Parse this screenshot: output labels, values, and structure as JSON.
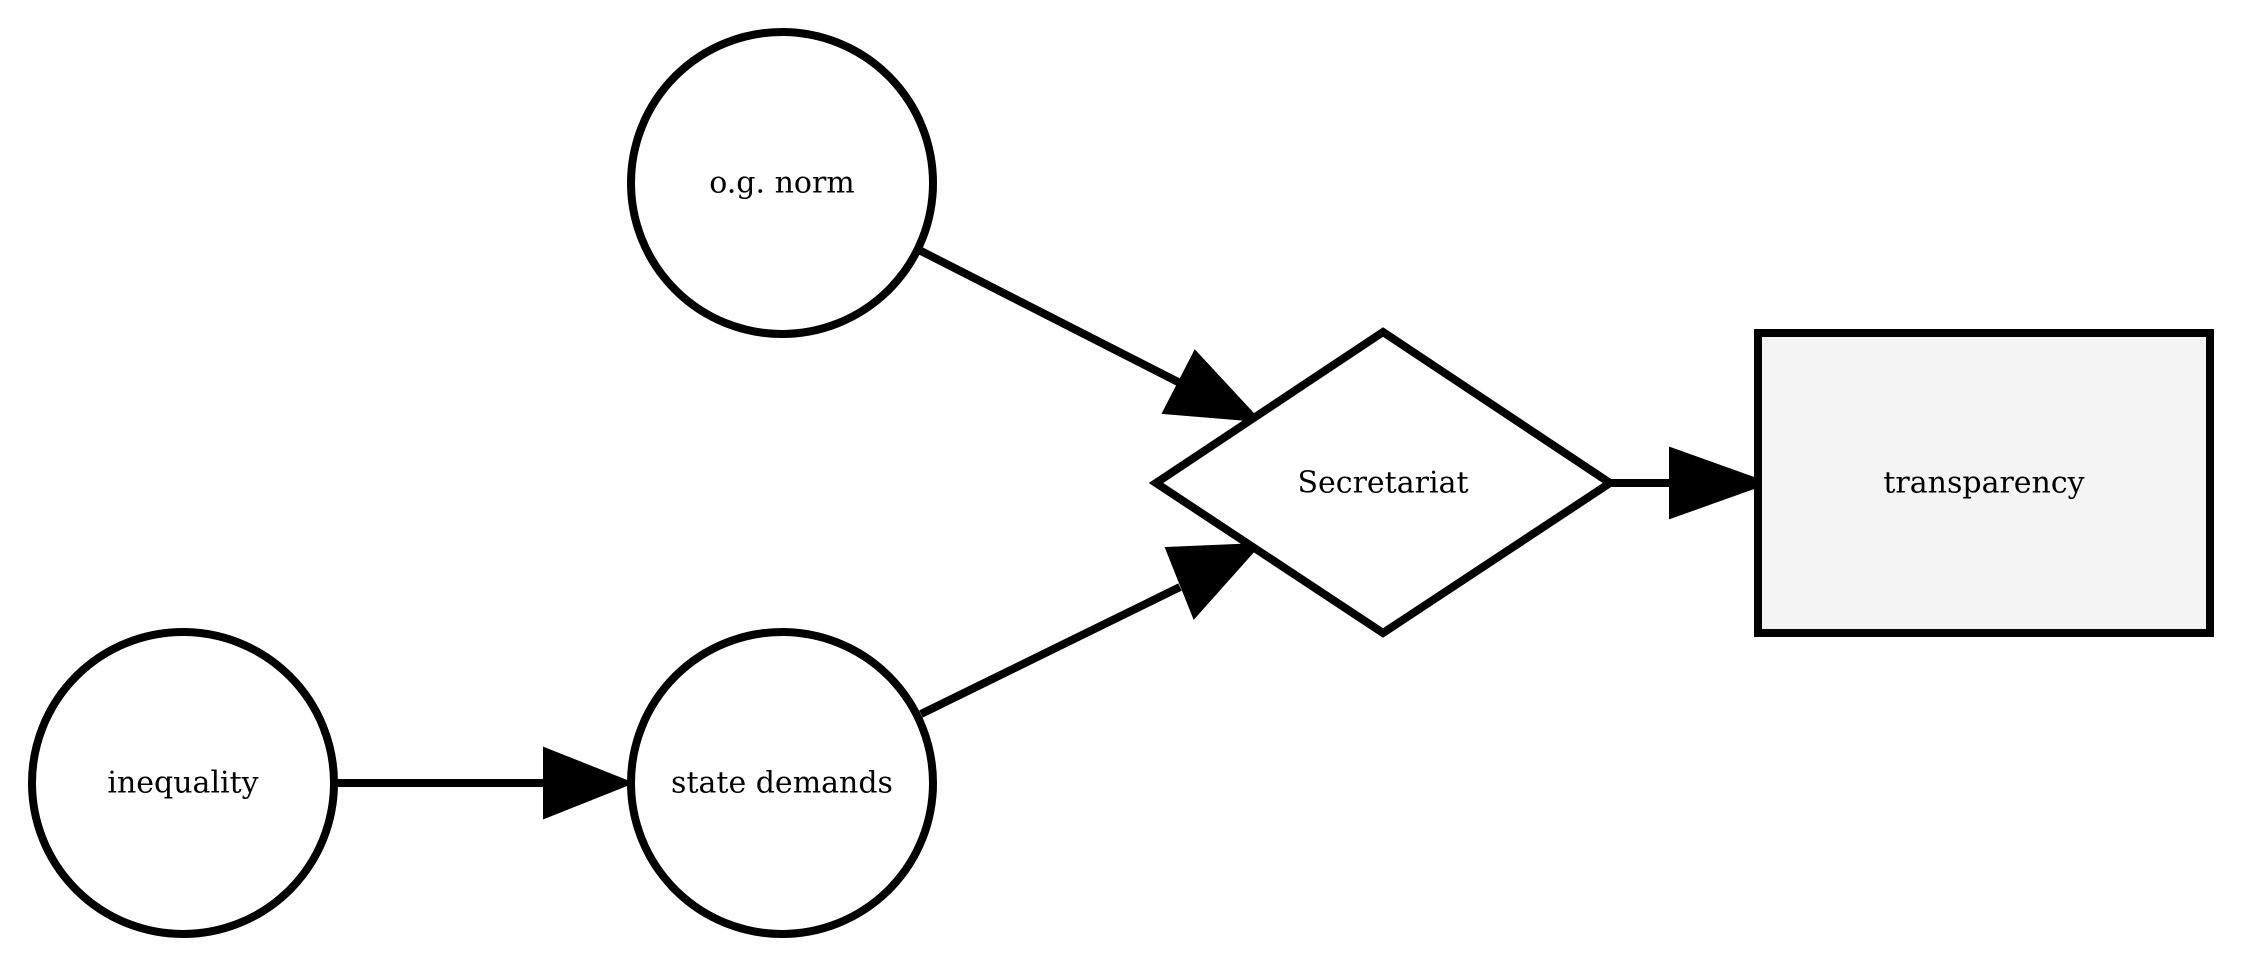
{
  "diagram": {
    "nodes": {
      "og_norm": {
        "label": "o.g. norm",
        "shape": "circle",
        "fill": "#ffffff"
      },
      "inequality": {
        "label": "inequality",
        "shape": "circle",
        "fill": "#ffffff"
      },
      "state_demands": {
        "label": "state demands",
        "shape": "circle",
        "fill": "#ffffff"
      },
      "secretariat": {
        "label": "Secretariat",
        "shape": "diamond",
        "fill": "#ffffff"
      },
      "transparency": {
        "label": "transparency",
        "shape": "box",
        "fill": "#f4f4f4"
      }
    },
    "edges": [
      {
        "from": "og_norm",
        "to": "secretariat"
      },
      {
        "from": "state_demands",
        "to": "secretariat"
      },
      {
        "from": "inequality",
        "to": "state_demands"
      },
      {
        "from": "secretariat",
        "to": "transparency"
      }
    ],
    "stroke_color": "#000000"
  }
}
